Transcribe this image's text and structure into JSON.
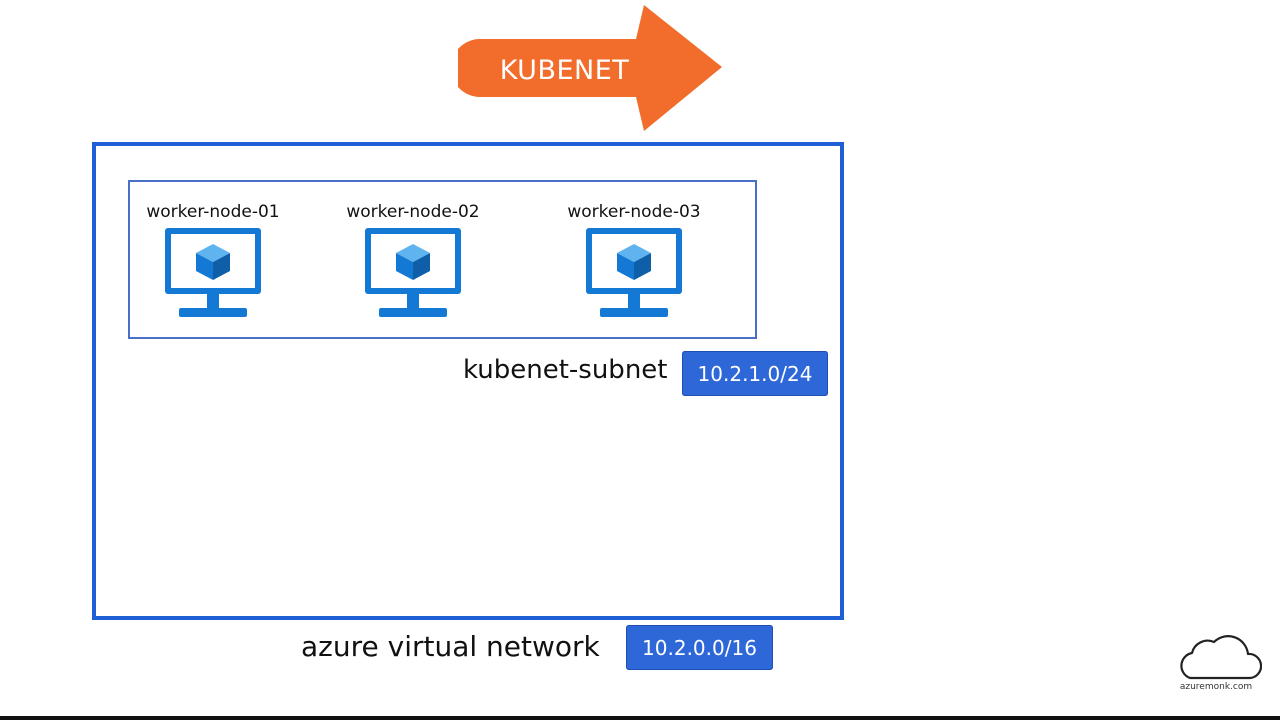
{
  "banner": {
    "label": "KUBENET",
    "color": "#f26d2b"
  },
  "nodes": [
    {
      "label": "worker-node-01",
      "icon": "vm-monitor-icon"
    },
    {
      "label": "worker-node-02",
      "icon": "vm-monitor-icon"
    },
    {
      "label": "worker-node-03",
      "icon": "vm-monitor-icon"
    }
  ],
  "subnet": {
    "label": "kubenet-subnet",
    "cidr": "10.2.1.0/24"
  },
  "vnet": {
    "label": "azure virtual network",
    "cidr": "10.2.0.0/16"
  },
  "watermark": {
    "text": "azuremonk.com",
    "icon": "cloud-icon"
  },
  "colors": {
    "accent_blue": "#1f5fd6",
    "badge_blue": "#2e68d8",
    "icon_blue": "#1479d4"
  }
}
